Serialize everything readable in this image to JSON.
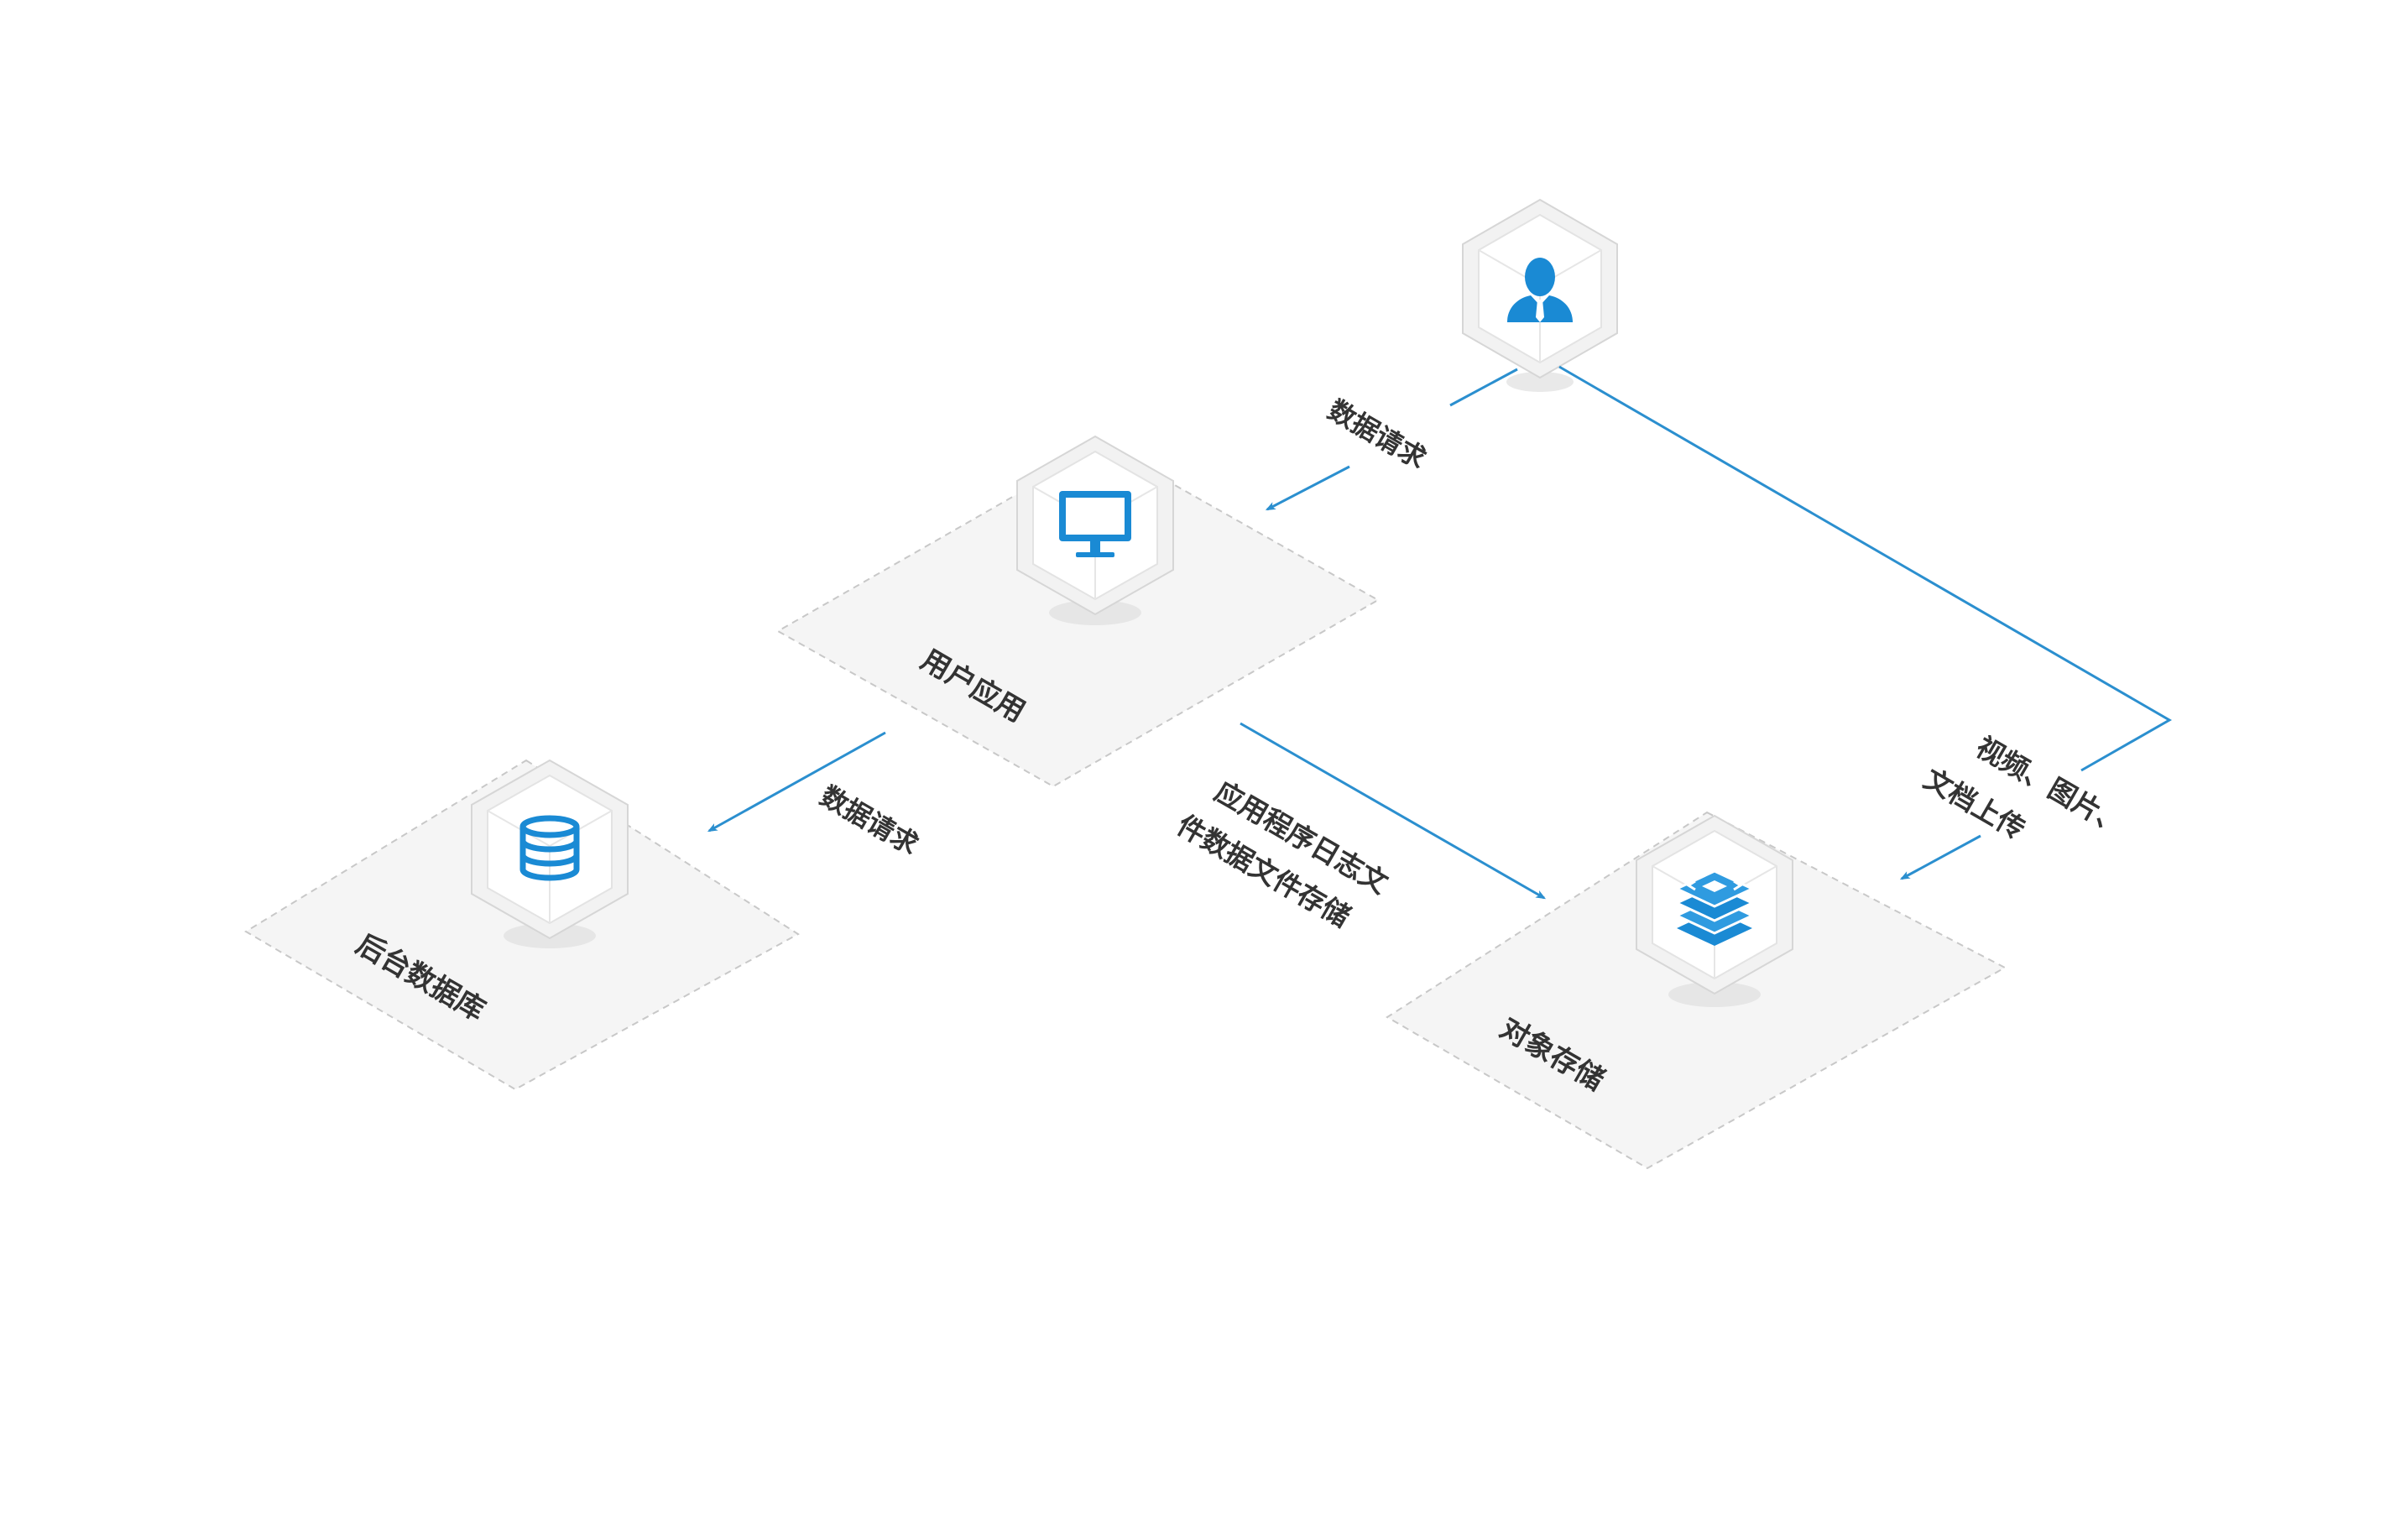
{
  "colors": {
    "flow": "#2b8fcf",
    "icon": "#1a8ad4",
    "platform_fill": "#f5f5f5",
    "platform_stroke": "#c8c8c8",
    "cube_face": "#f2f2f2",
    "cube_inner": "#ffffff",
    "cube_edge": "#d6d6d6",
    "text": "#333333"
  },
  "nodes": {
    "user": {
      "icon": "user-icon"
    },
    "app": {
      "label": "用户应用",
      "icon": "monitor-icon"
    },
    "database": {
      "label": "后台数据库",
      "icon": "database-icon"
    },
    "storage": {
      "label": "对象存储",
      "icon": "object-storage-icon"
    }
  },
  "edges": {
    "user_to_app": {
      "label": "数据请求"
    },
    "app_to_db": {
      "label": "数据请求"
    },
    "app_to_storage": {
      "label_line1": "应用程序日志文",
      "label_line2": "件数据文件存储"
    },
    "user_to_storage": {
      "label_line1": "视频、图片、",
      "label_line2": "文档上传"
    }
  }
}
